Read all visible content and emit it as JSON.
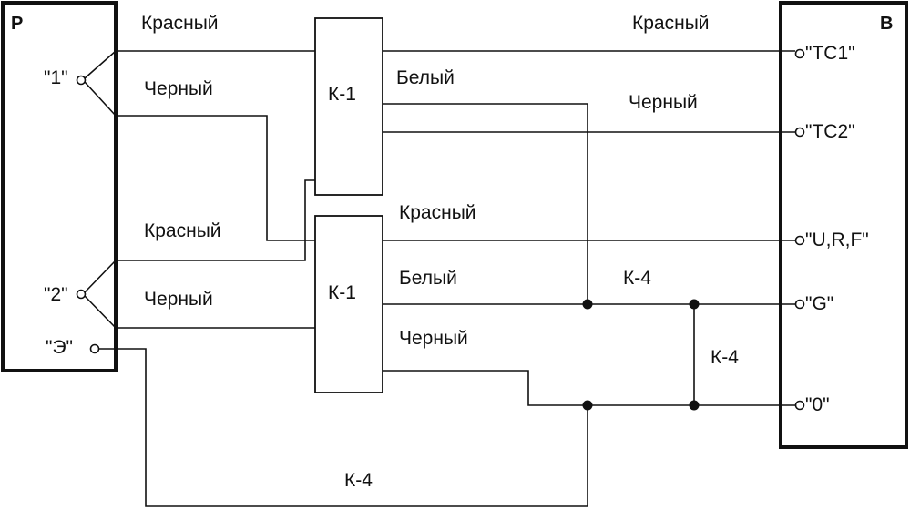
{
  "blocks": {
    "left_title": "Р",
    "right_title": "В",
    "relay_top": "К-1",
    "relay_bottom": "К-1"
  },
  "left_terminals": {
    "t1": "\"1\"",
    "t2": "\"2\"",
    "te": "\"Э\""
  },
  "right_terminals": {
    "tc1": "\"TC1\"",
    "tc2": "\"TC2\"",
    "urf": "\"U,R,F\"",
    "g": "\"G\"",
    "zero": "\"0\""
  },
  "wire_labels": {
    "red_1": "Красный",
    "black_1": "Черный",
    "red_2": "Красный",
    "black_2": "Черный",
    "white_top": "Белый",
    "red_out_top": "Красный",
    "black_out_top": "Черный",
    "red_bottom_relay": "Красный",
    "white_bottom_relay": "Белый",
    "black_bottom_relay": "Черный",
    "k4_g": "К-4",
    "k4_vertical": "К-4",
    "k4_bottom": "К-4"
  },
  "colors": {
    "line": "#111111",
    "background": "#ffffff"
  }
}
